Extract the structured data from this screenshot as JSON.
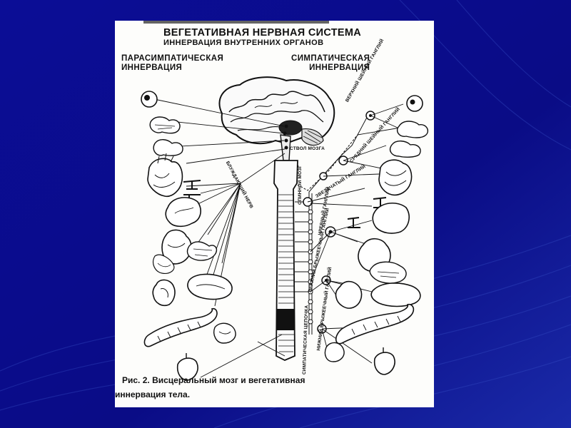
{
  "slide": {
    "background_color": "#0a0c8c"
  },
  "figure": {
    "title": "ВЕГЕТАТИВНАЯ НЕРВНАЯ СИСТЕМА",
    "subtitle": "ИННЕРВАЦИЯ ВНУТРЕННИХ ОРГАНОВ",
    "parasympathetic_label": [
      "ПАРАСИМПАТИЧЕСКАЯ",
      "ИННЕРВАЦИЯ"
    ],
    "sympathetic_label": [
      "СИМПАТИЧЕСКАЯ",
      "ИННЕРВАЦИЯ"
    ],
    "labels": {
      "brainstem": "СТВОЛ МОЗГА",
      "vagus": "БЛУЖДАЮЩИЙ НЕРВ",
      "spinal_cord": "СПИННОЙ МОЗГ",
      "upper_cervical": "ВЕРХНИЙ ШЕЙНЫЙ ГАНГЛИЙ",
      "middle_cervical": "СРЕДНИЙ ШЕЙНЫЙ ГАНГЛИЙ",
      "stellate": "ЗВЕЗДЧАТЫЙ ГАНГЛИЙ",
      "celiac": "ЧРЕВНЫЙ ГАНГЛИЙ",
      "upper_mesenteric": "ВЕРХНИЙ БРЫЖЕЕЧНЫЙ ГАНГЛИЙ",
      "lower_mesenteric": "НИЖНИЙ БРЫЖЕЕЧНЫЙ ГАНГЛИЙ",
      "sympathetic_chain": "СИМПАТИЧЕСКАЯ ЦЕПОЧКА"
    },
    "caption": [
      "Рис. 2. Висцеральный мозг и вегетативная",
      "иннервация тела."
    ]
  }
}
